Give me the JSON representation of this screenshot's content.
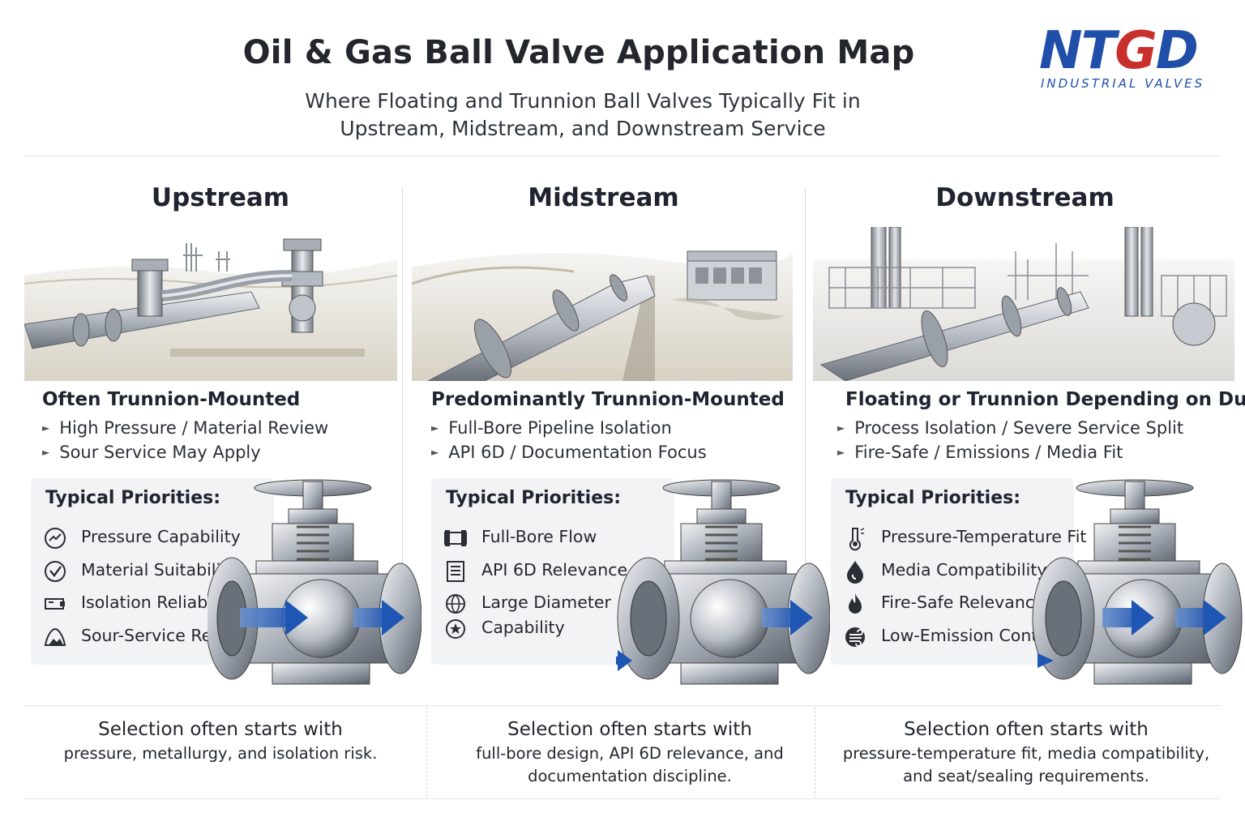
{
  "header": {
    "title": "Oil & Gas Ball Valve Application Map",
    "subtitle_line1": "Where Floating and Trunnion Ball Valves Typically Fit in",
    "subtitle_line2": "Upstream, Midstream, and Downstream Service"
  },
  "logo": {
    "wordmark": "NTGD",
    "tagline": "INDUSTRIAL VALVES",
    "colors": {
      "primary": "#1f4fa8",
      "accent": "#c8312b"
    }
  },
  "priorities_heading": "Typical Priorities:",
  "footer_lead": "Selection often starts with",
  "columns": [
    {
      "id": "upstream",
      "title": "Upstream",
      "scene_icon": "wellhead-illustration",
      "mounting": "Often Trunnion-Mounted",
      "notes": [
        "High Pressure / Material Review",
        "Sour Service May Apply"
      ],
      "priorities": [
        {
          "label": "Pressure Capability",
          "icon": "gauge-icon"
        },
        {
          "label": "Material Suitability",
          "icon": "shield-check-icon"
        },
        {
          "label": "Isolation Reliability",
          "icon": "valve-body-icon"
        },
        {
          "label": "Sour-Service Review",
          "icon": "mountain-icon"
        }
      ],
      "footer_lines": [
        "pressure, metallurgy, and isolation risk."
      ]
    },
    {
      "id": "midstream",
      "title": "Midstream",
      "scene_icon": "pipeline-illustration",
      "mounting": "Predominantly Trunnion-Mounted",
      "notes": [
        "Full-Bore Pipeline Isolation",
        "API 6D / Documentation Focus"
      ],
      "priorities": [
        {
          "label": "Full-Bore Flow",
          "icon": "pipe-segment-icon"
        },
        {
          "label": "API 6D Relevance",
          "icon": "document-icon"
        },
        {
          "label": "Large Diameter",
          "icon": "sphere-icon"
        },
        {
          "label": "Capability",
          "icon": "star-circle-icon"
        }
      ],
      "footer_lines": [
        "full-bore design, API 6D relevance, and",
        "documentation discipline."
      ]
    },
    {
      "id": "downstream",
      "title": "Downstream",
      "scene_icon": "refinery-illustration",
      "mounting": "Floating or Trunnion Depending on Duty",
      "notes": [
        "Process Isolation / Severe Service Split",
        "Fire-Safe / Emissions / Media Fit"
      ],
      "priorities": [
        {
          "label": "Pressure-Temperature Fit",
          "icon": "thermometer-icon"
        },
        {
          "label": "Media Compatibility",
          "icon": "droplet-icon"
        },
        {
          "label": "Fire-Safe Relevance",
          "icon": "flame-icon"
        },
        {
          "label": "Low-Emission Control",
          "icon": "emission-icon"
        }
      ],
      "footer_lines": [
        "pressure-temperature fit, media compatibility,",
        "and seat/sealing requirements."
      ]
    }
  ]
}
